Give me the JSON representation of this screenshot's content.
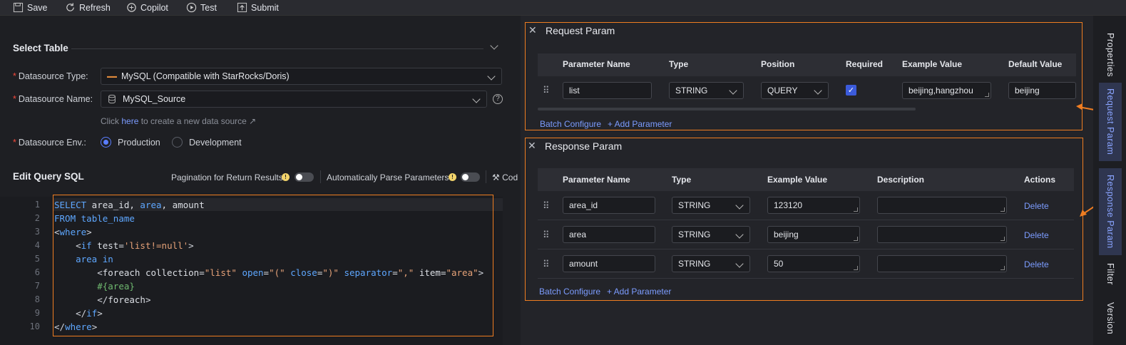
{
  "toolbar": {
    "save": "Save",
    "refresh": "Refresh",
    "copilot": "Copilot",
    "test": "Test",
    "submit": "Submit"
  },
  "select_table": {
    "title": "Select Table",
    "datasource_type_label": "Datasource Type:",
    "datasource_type_value": "MySQL (Compatible with StarRocks/Doris)",
    "datasource_name_label": "Datasource Name:",
    "datasource_name_value": "MySQL_Source",
    "hint_prefix": "Click",
    "hint_link": "here",
    "hint_suffix": "to create a new data source",
    "env_label": "Datasource Env.:",
    "env_production": "Production",
    "env_development": "Development"
  },
  "query_sql": {
    "title": "Edit Query SQL",
    "pagination_label": "Pagination for Return Results",
    "auto_parse_label": "Automatically Parse Parameters",
    "code_label": "Cod",
    "line_numbers": [
      "1",
      "2",
      "3",
      "4",
      "5",
      "6",
      "7",
      "8",
      "9",
      "10"
    ]
  },
  "request_param": {
    "title": "Request Param",
    "columns": [
      "Parameter Name",
      "Type",
      "Position",
      "Required",
      "Example Value",
      "Default Value"
    ],
    "rows": [
      {
        "name": "list",
        "type": "STRING",
        "position": "QUERY",
        "required": true,
        "example": "beijing,hangzhou",
        "default": "beijing"
      }
    ],
    "batch_configure": "Batch Configure",
    "add_parameter": "+ Add Parameter"
  },
  "response_param": {
    "title": "Response Param",
    "columns": [
      "Parameter Name",
      "Type",
      "Example Value",
      "Description",
      "Actions"
    ],
    "rows": [
      {
        "name": "area_id",
        "type": "STRING",
        "example": "123120",
        "description": "",
        "action": "Delete"
      },
      {
        "name": "area",
        "type": "STRING",
        "example": "beijing",
        "description": "",
        "action": "Delete"
      },
      {
        "name": "amount",
        "type": "STRING",
        "example": "50",
        "description": "",
        "action": "Delete"
      }
    ],
    "batch_configure": "Batch Configure",
    "add_parameter": "+ Add Parameter"
  },
  "sidebar": {
    "properties": "Properties",
    "request_param": "Request Param",
    "response_param": "Response Param",
    "filter": "Filter",
    "version": "Version"
  },
  "colors": {
    "accent": "#5a7dff",
    "highlight_border": "#ef7d21",
    "link": "#7c9cff",
    "required_star": "#f5493c"
  }
}
